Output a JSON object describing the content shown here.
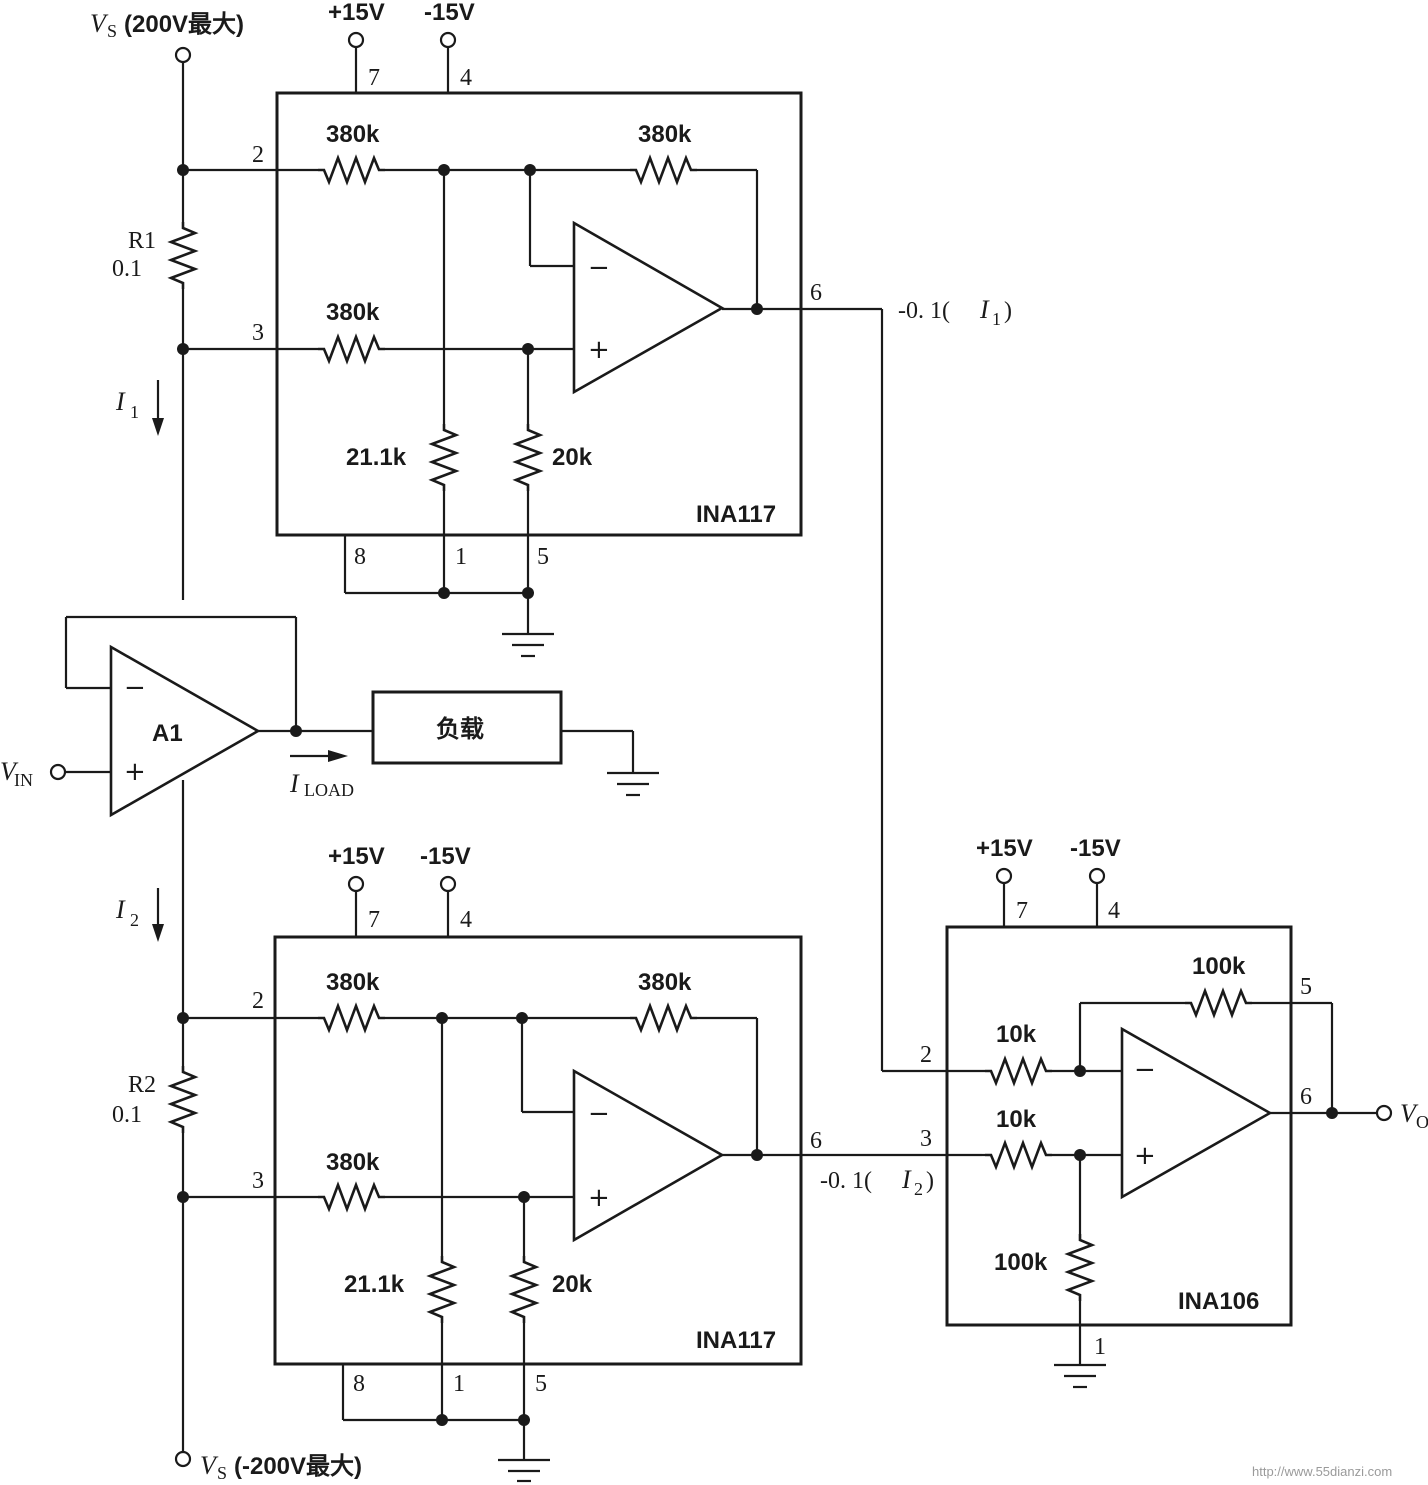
{
  "chips": {
    "top": {
      "name": "INA117",
      "r_in_upper": "380k",
      "r_fb": "380k",
      "r_in_lower": "380k",
      "r_div_left": "21.1k",
      "r_div_right": "20k",
      "pin_in_neg": "2",
      "pin_in_pos": "3",
      "pin_vp": "7",
      "pin_vn": "4",
      "pin_out": "6",
      "pin_8": "8",
      "pin_1": "1",
      "pin_5": "5",
      "vplus": "+15V",
      "vminus": "-15V"
    },
    "bottom": {
      "name": "INA117",
      "r_in_upper": "380k",
      "r_fb": "380k",
      "r_in_lower": "380k",
      "r_div_left": "21.1k",
      "r_div_right": "20k",
      "pin_in_neg": "2",
      "pin_in_pos": "3",
      "pin_vp": "7",
      "pin_vn": "4",
      "pin_out": "6",
      "pin_8": "8",
      "pin_1": "1",
      "pin_5": "5",
      "vplus": "+15V",
      "vminus": "-15V"
    },
    "diff": {
      "name": "INA106",
      "r_in_neg": "10k",
      "r_fb": "100k",
      "r_in_pos": "10k",
      "r_gnd": "100k",
      "pin_in_neg": "2",
      "pin_in_pos": "3",
      "pin_vp": "7",
      "pin_vn": "4",
      "pin_fb": "5",
      "pin_out": "6",
      "pin_gnd": "1",
      "vplus": "+15V",
      "vminus": "-15V"
    }
  },
  "shunts": {
    "r1": {
      "name": "R1",
      "value": "0.1"
    },
    "r2": {
      "name": "R2",
      "value": "0.1"
    }
  },
  "supply": {
    "top_sym": "V",
    "top_sub": "S",
    "top_text": "(200V最大)",
    "bottom_sym": "V",
    "bottom_sub": "S",
    "bottom_text": "(-200V最大)"
  },
  "labels": {
    "i1_sym": "I",
    "i1_sub": "1",
    "i2_sym": "I",
    "i2_sub": "2",
    "out_top_pre": "-0. 1(",
    "out_top_sym": "I",
    "out_top_sub": "1",
    "out_top_post": ")",
    "out_bot_pre": "-0. 1(",
    "out_bot_sym": "I",
    "out_bot_sub": "2",
    "out_bot_post": ")",
    "vin_sym": "V",
    "vin_sub": "IN",
    "vo_sym": "V",
    "vo_sub": "O",
    "iload_sym": "I",
    "iload_sub": "LOAD",
    "a1": "A1",
    "load": "负载",
    "minus": "−",
    "plus": "+"
  },
  "watermark": "http://www.55dianzi.com"
}
